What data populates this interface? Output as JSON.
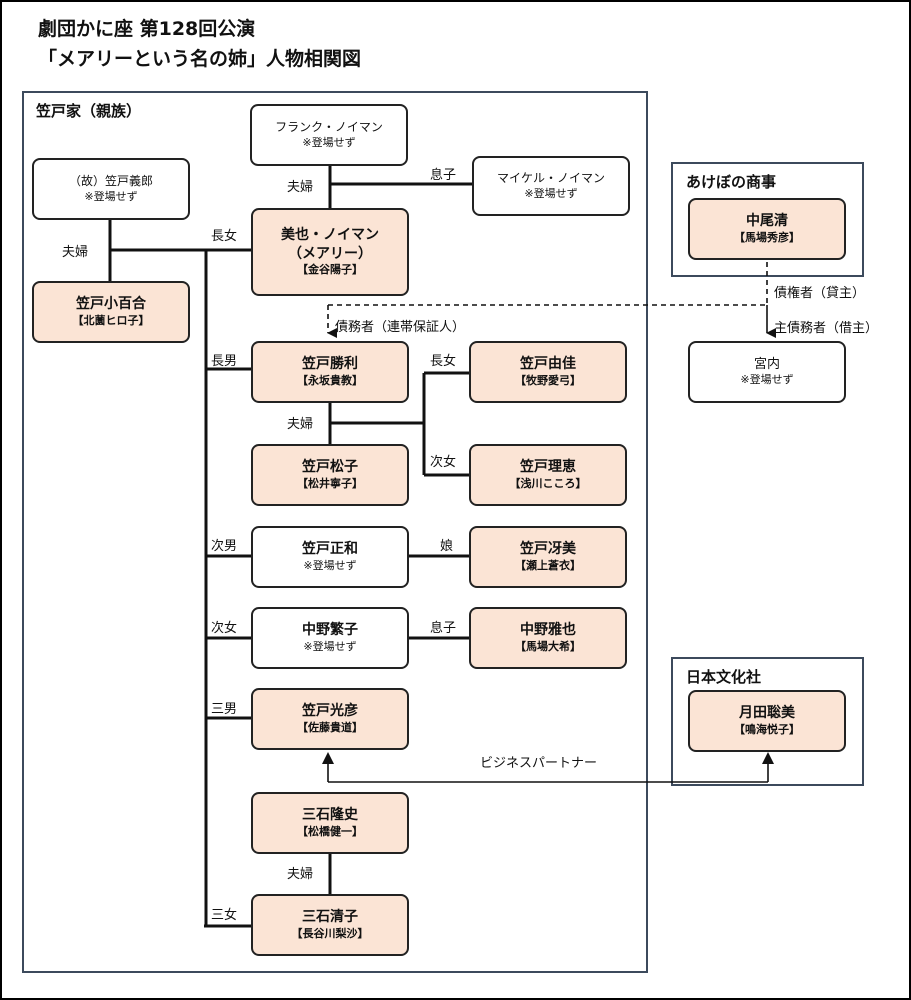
{
  "title": {
    "line1": "劇団かに座 第128回公演",
    "line2": "「メアリーという名の姉」人物相関図"
  },
  "groups": {
    "kasado": "笠戸家（親族）",
    "akebono": "あけぼの商事",
    "nihon": "日本文化社"
  },
  "people": {
    "frank": {
      "name": "フランク・ノイマン",
      "note": "※登場せず"
    },
    "michael": {
      "name": "マイケル・ノイマン",
      "note": "※登場せず"
    },
    "yoshiro": {
      "name": "（故）笠戸義郎",
      "note": "※登場せず"
    },
    "miya": {
      "name": "美也・ノイマン",
      "name2": "（メアリー）",
      "actor": "【金谷陽子】"
    },
    "sayuri": {
      "name": "笠戸小百合",
      "actor": "【北薗ヒロ子】"
    },
    "katsutoshi": {
      "name": "笠戸勝利",
      "actor": "【永坂貴教】"
    },
    "yuka": {
      "name": "笠戸由佳",
      "actor": "【牧野愛弓】"
    },
    "matsuko": {
      "name": "笠戸松子",
      "actor": "【松井寧子】"
    },
    "rie": {
      "name": "笠戸理恵",
      "actor": "【浅川こころ】"
    },
    "masakazu": {
      "name": "笠戸正和",
      "note": "※登場せず"
    },
    "saemi": {
      "name": "笠戸冴美",
      "actor": "【瀬上蒼衣】"
    },
    "shigeko": {
      "name": "中野繁子",
      "note": "※登場せず"
    },
    "masaya": {
      "name": "中野雅也",
      "actor": "【馬場大希】"
    },
    "mitsuhiko": {
      "name": "笠戸光彦",
      "actor": "【佐藤貴道】"
    },
    "takashi": {
      "name": "三石隆史",
      "actor": "【松橋健一】"
    },
    "kiyoko": {
      "name": "三石清子",
      "actor": "【長谷川梨沙】"
    },
    "nakao": {
      "name": "中尾清",
      "actor": "【馬場秀彦】"
    },
    "miyauchi": {
      "name": "宮内",
      "note": "※登場せず"
    },
    "tsukida": {
      "name": "月田聡美",
      "actor": "【鳴海悦子】"
    }
  },
  "relations": {
    "fufu1": "夫婦",
    "musuko1": "息子",
    "fufu2": "夫婦",
    "chojo1": "長女",
    "saimusha": "債務者（連帯保証人）",
    "saikensha": "債権者（貸主）",
    "shusaimusha": "主債務者（借主）",
    "chonan": "長男",
    "chojo2": "長女",
    "fufu3": "夫婦",
    "jijo1": "次女",
    "jinan": "次男",
    "musume": "娘",
    "jijo2": "次女",
    "musuko2": "息子",
    "sannan": "三男",
    "business": "ビジネスパートナー",
    "fufu4": "夫婦",
    "sanjo": "三女"
  },
  "colors": {
    "cast_fill": "#fbe4d5",
    "group_border": "#3c4a5c",
    "line": "#111111"
  }
}
